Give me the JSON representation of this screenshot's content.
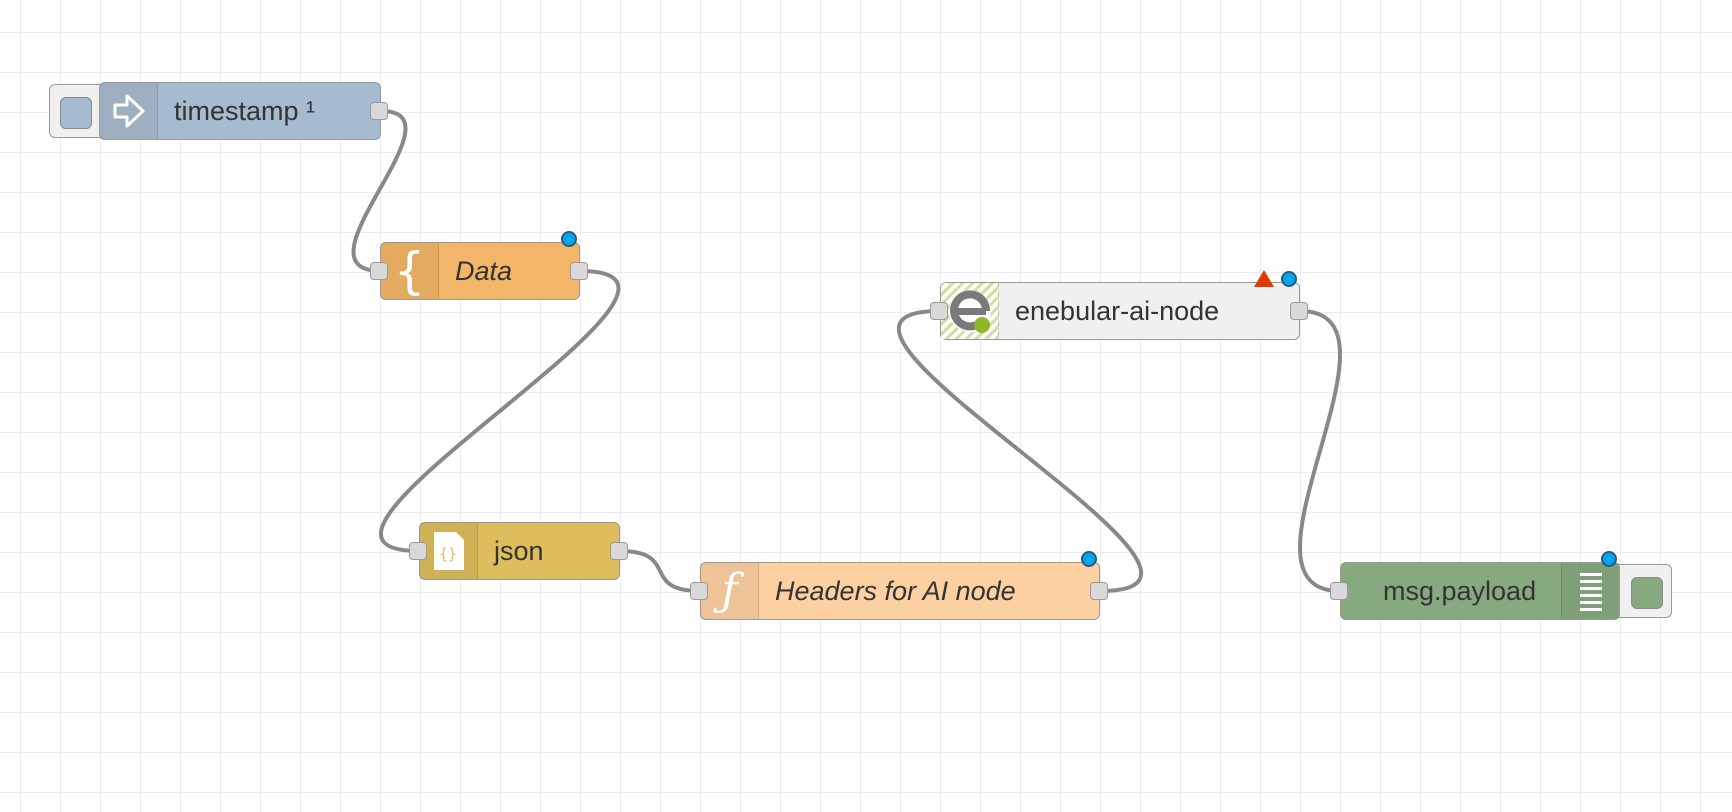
{
  "colors": {
    "inject": "#a6bbcf",
    "change": "#f3b567",
    "json": "#debd5c",
    "function": "#fdd0a2",
    "enebular": "#f0f0f0",
    "debug": "#87a980",
    "wire": "#888888",
    "status_dot": "#00a6f5",
    "warning": "#e23a00"
  },
  "nodes": [
    {
      "id": "inject",
      "label": "timestamp ¹",
      "italic": false,
      "icon": "arrow-in-icon"
    },
    {
      "id": "change",
      "label": "Data",
      "italic": true,
      "icon": "brace-icon"
    },
    {
      "id": "json",
      "label": "json",
      "italic": false,
      "icon": "json-file-icon"
    },
    {
      "id": "function",
      "label": "Headers for AI node",
      "italic": true,
      "icon": "function-icon"
    },
    {
      "id": "enebular",
      "label": "enebular-ai-node",
      "italic": false,
      "icon": "enebular-logo-icon"
    },
    {
      "id": "debug",
      "label": "msg.payload",
      "italic": false,
      "icon": "debug-list-icon"
    }
  ]
}
